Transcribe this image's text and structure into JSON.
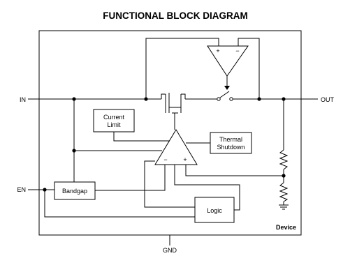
{
  "title": "FUNCTIONAL BLOCK DIAGRAM",
  "pins": {
    "in": "IN",
    "out": "OUT",
    "en": "EN",
    "gnd": "GND"
  },
  "blocks": {
    "current_limit_line1": "Current",
    "current_limit_line2": "Limit",
    "thermal_line1": "Thermal",
    "thermal_line2": "Shutdown",
    "bandgap": "Bandgap",
    "logic": "Logic",
    "device": "Device"
  },
  "symbols": {
    "plus": "+",
    "minus": "−"
  }
}
